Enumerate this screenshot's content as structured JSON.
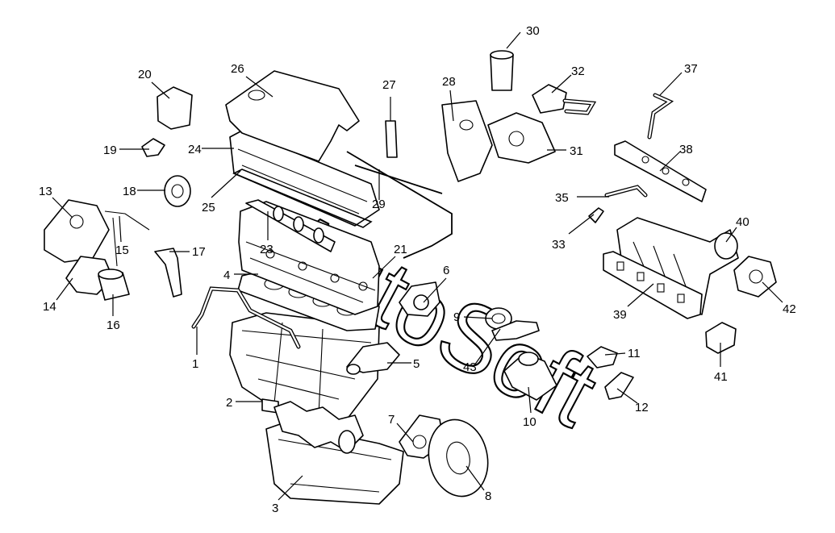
{
  "watermark": "AutoSoft",
  "parts": {
    "p1": "1",
    "p2": "2",
    "p3": "3",
    "p4": "4",
    "p5": "5",
    "p6": "6",
    "p7": "7",
    "p8": "8",
    "p9": "9",
    "p10": "10",
    "p11": "11",
    "p12": "12",
    "p13": "13",
    "p14": "14",
    "p15": "15",
    "p16": "16",
    "p17": "17",
    "p18": "18",
    "p19": "19",
    "p20": "20",
    "p21": "21",
    "p23": "23",
    "p24": "24",
    "p25": "25",
    "p26": "26",
    "p27": "27",
    "p28": "28",
    "p29": "29",
    "p30": "30",
    "p31": "31",
    "p32": "32",
    "p33": "33",
    "p35": "35",
    "p37": "37",
    "p38": "38",
    "p39": "39",
    "p40": "40",
    "p41": "41",
    "p42": "42",
    "p43": "43"
  },
  "colors": {
    "line": "#000000",
    "background": "#ffffff"
  }
}
